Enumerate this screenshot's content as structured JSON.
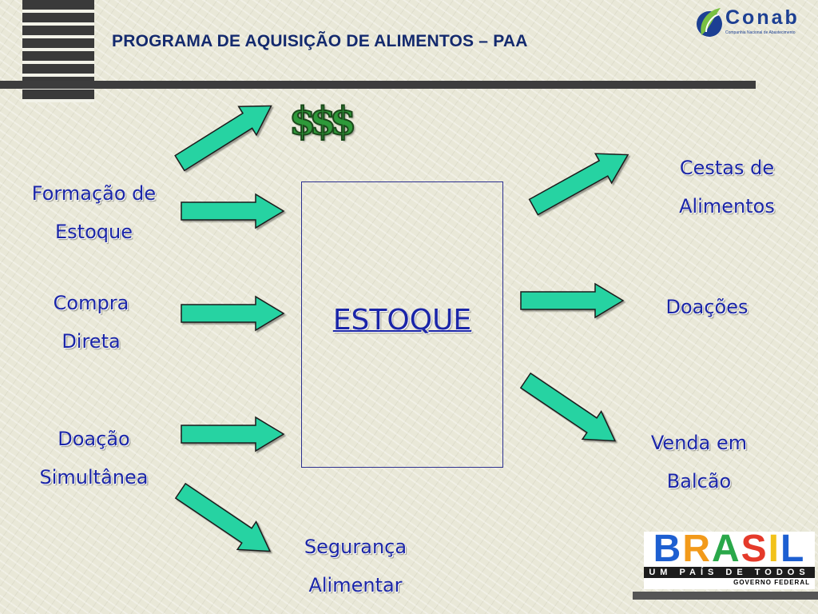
{
  "header": {
    "title": "PROGRAMA DE AQUISIÇÃO DE ALIMENTOS – PAA",
    "logo_conab": {
      "name": "Conab",
      "subtitle": "Companhia Nacional de Abastecimento"
    },
    "logo_brasil": {
      "word": "BRASIL",
      "slogan": "UM PAÍS DE TODOS",
      "gov": "GOVERNO FEDERAL"
    }
  },
  "diagram": {
    "money_symbol": "$$$",
    "center": "ESTOQUE",
    "inputs": [
      {
        "line1": "Formação de",
        "line2": "Estoque"
      },
      {
        "line1": "Compra",
        "line2": "Direta"
      },
      {
        "line1": "Doação",
        "line2": "Simultânea"
      }
    ],
    "outputs": [
      {
        "line1": "Cestas de",
        "line2": "Alimentos"
      },
      {
        "line1": "Doações",
        "line2": ""
      },
      {
        "line1": "Venda em",
        "line2": "Balcão"
      }
    ],
    "bottom": {
      "line1": "Segurança",
      "line2": "Alimentar"
    }
  },
  "colors": {
    "arrow_fill": "#25d3a2",
    "text": "#1a25a8",
    "title": "#142a6e"
  }
}
